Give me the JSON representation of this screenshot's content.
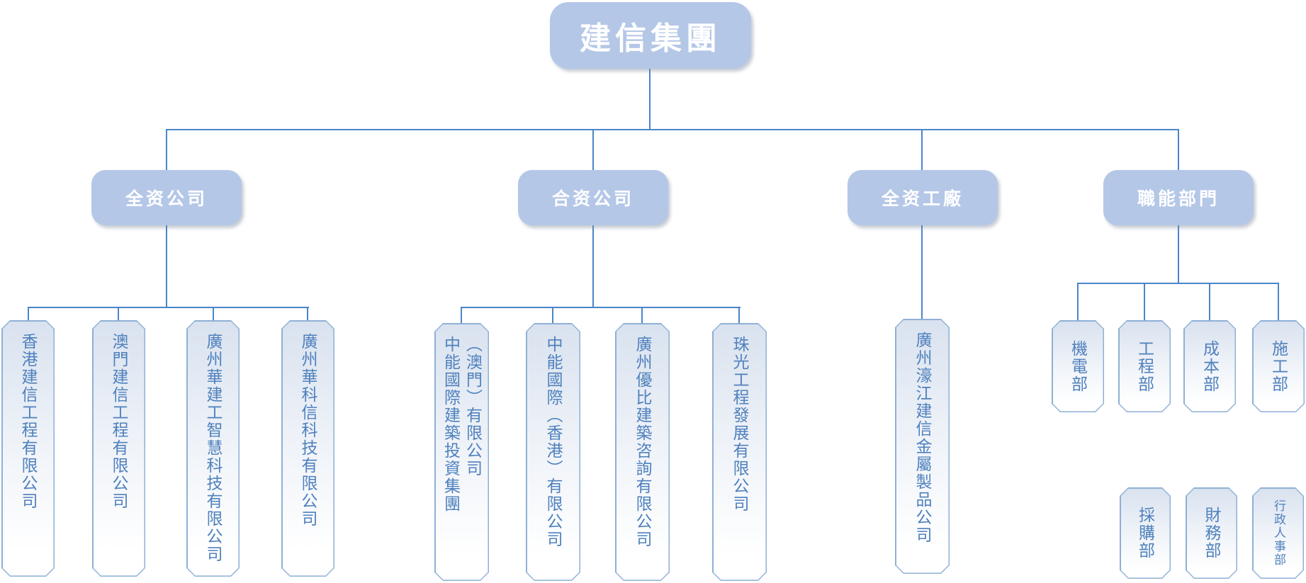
{
  "root": {
    "label": "建信集團"
  },
  "branches": {
    "wholly_owned": {
      "label": "全资公司",
      "companies": [
        "香港建信工程有限公司",
        "澳門建信工程有限公司",
        "廣州華建工智慧科技有限公司",
        "廣州華科信科技有限公司"
      ]
    },
    "joint_venture": {
      "label": "合资公司",
      "companies": [
        "中能國際建築投資集團（澳門）有限公司",
        "中能國際（香港）有限公司",
        "廣州優比建築咨詢有限公司",
        "珠光工程發展有限公司"
      ]
    },
    "factory": {
      "label": "全资工廠",
      "companies": [
        "廣州濠江建信金屬製品公司"
      ]
    },
    "departments": {
      "label": "職能部門",
      "row1": [
        "機電部",
        "工程部",
        "成本部",
        "施工部"
      ],
      "row2": [
        "採購部",
        "財務部",
        "行政人事部"
      ]
    }
  },
  "colors": {
    "header_fill": "#b4c7e7",
    "header_text": "#ffffff",
    "connector": "#4a86c8",
    "leaf_border": "#8fb0d6",
    "leaf_text": "#4f81bd",
    "leaf_fill_top": "#d9e2ef",
    "leaf_fill_bottom": "#ffffff"
  }
}
